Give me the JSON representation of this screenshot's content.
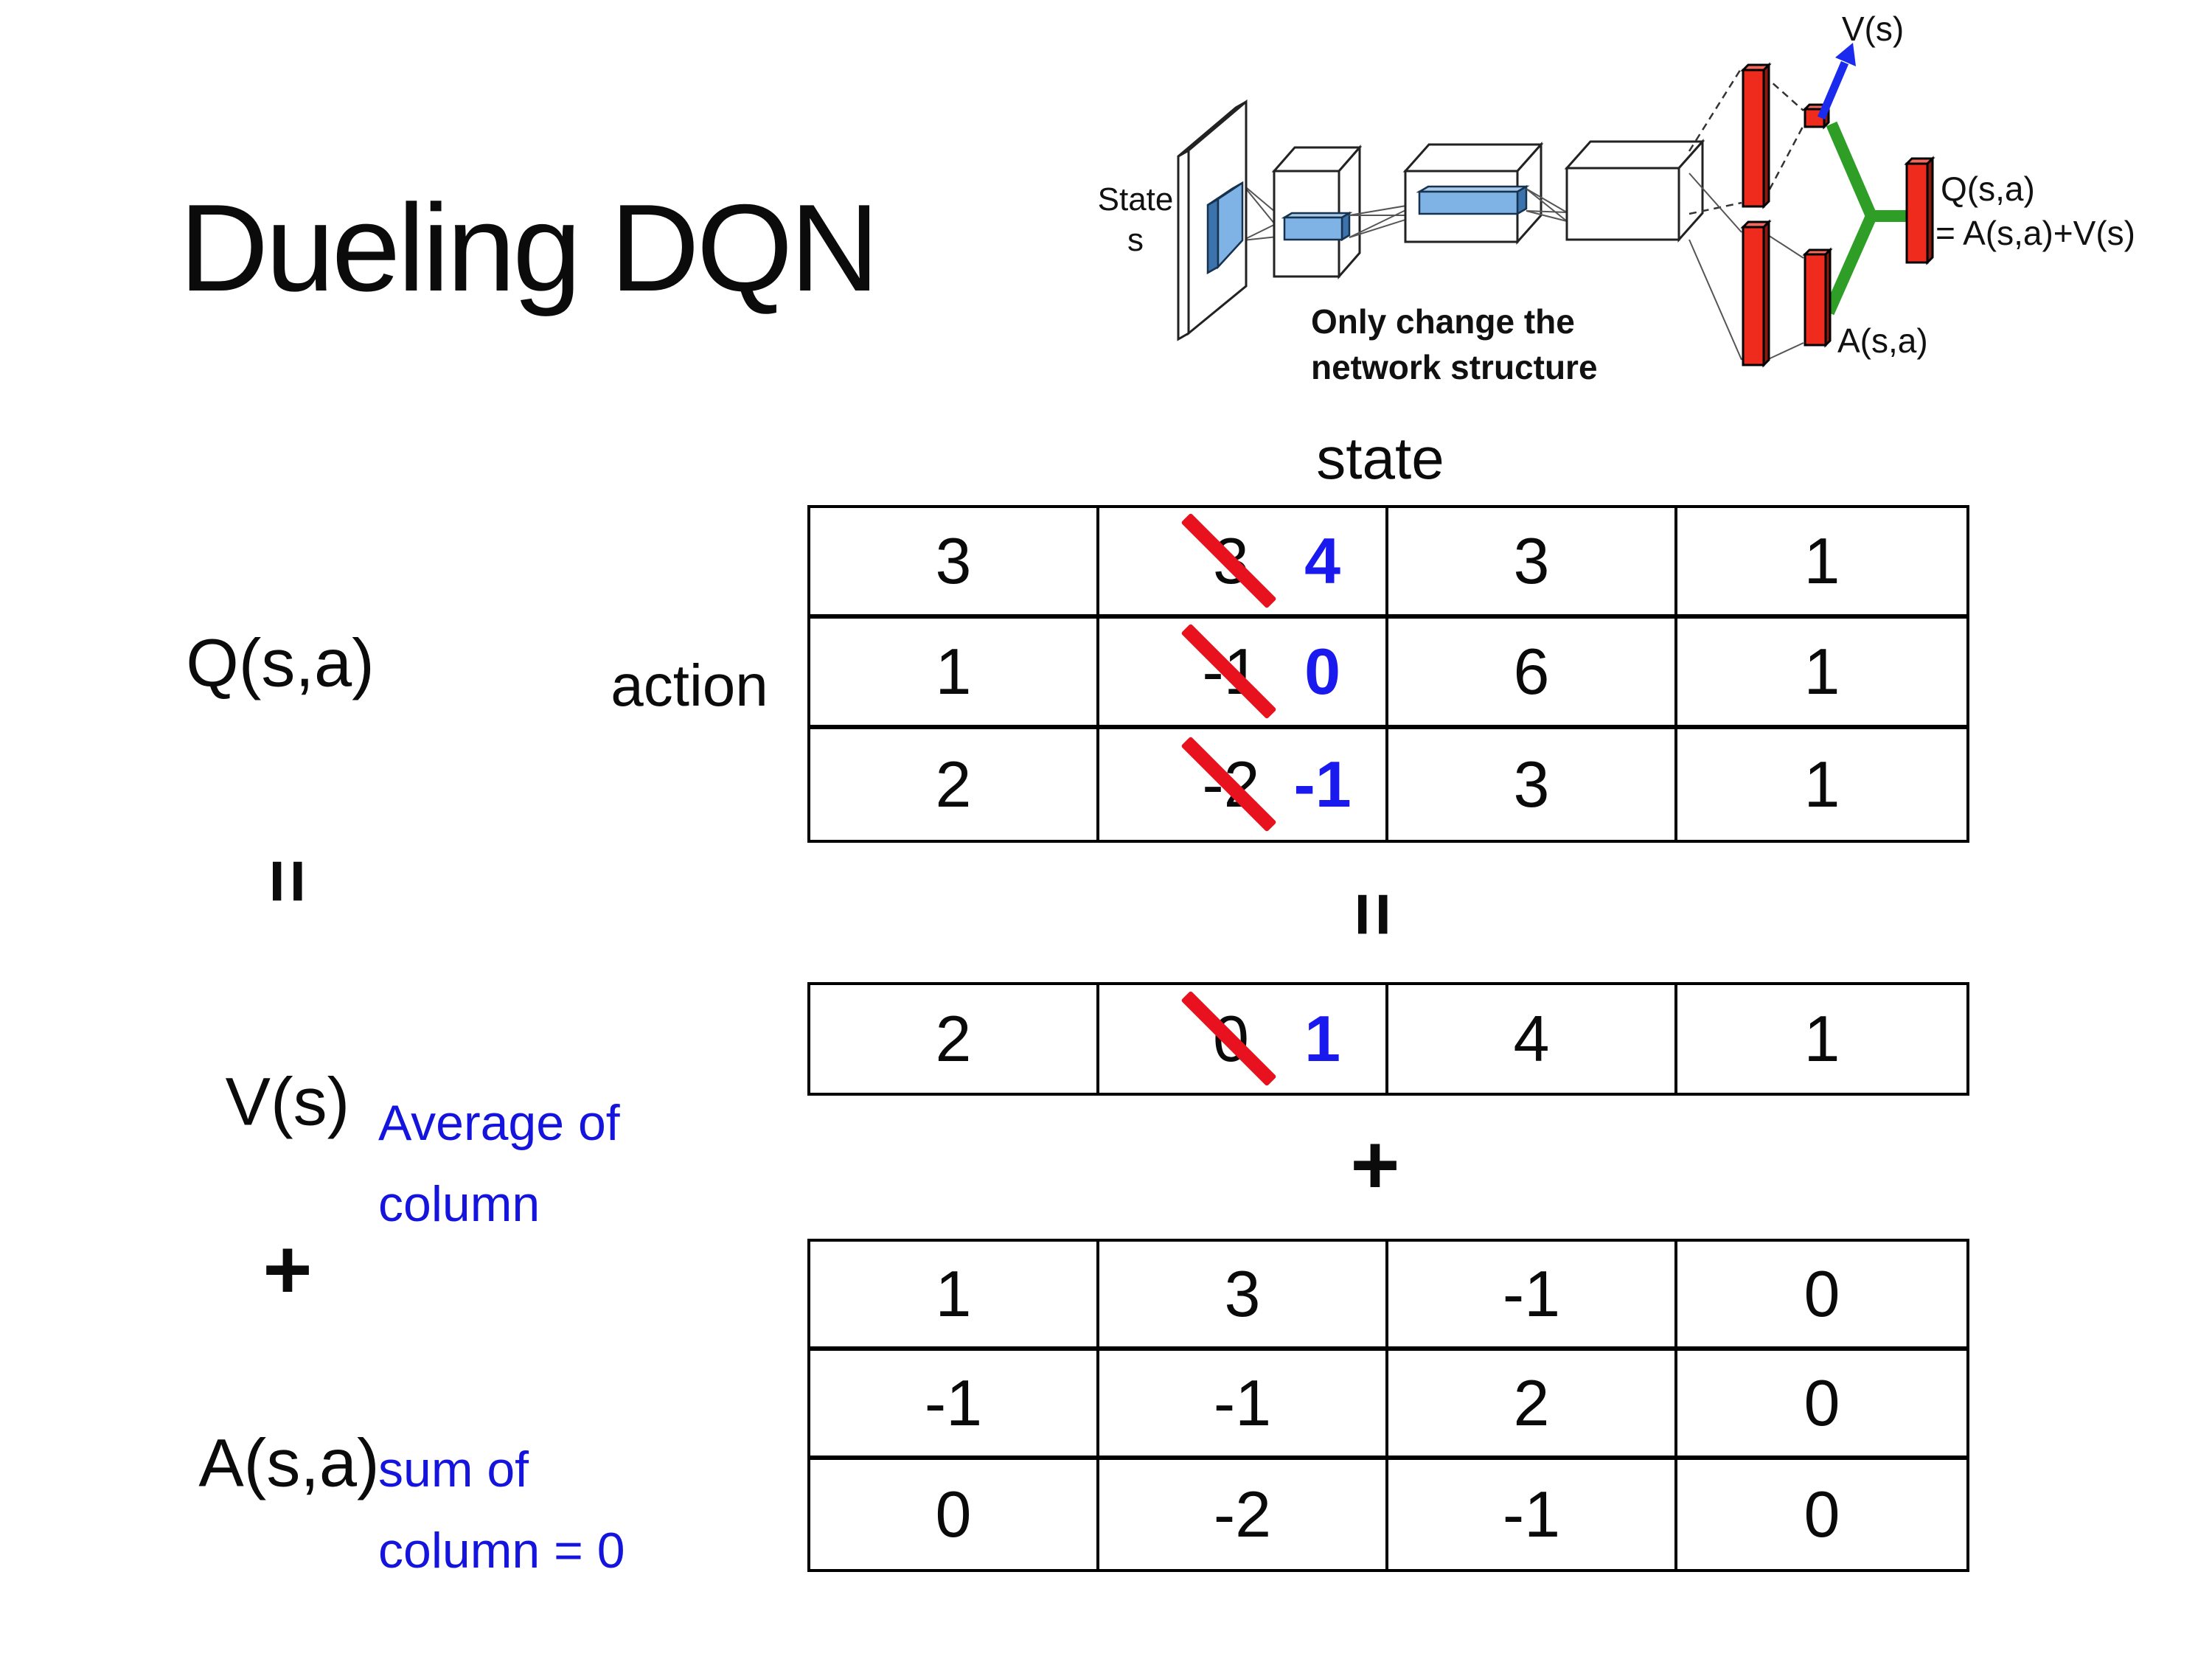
{
  "title": "Dueling DQN",
  "diagram": {
    "state_label_1": "State",
    "state_label_2": "s",
    "v_out_label": "V(s)",
    "q_out_label_1": "Q(s,a)",
    "q_out_label_2": "= A(s,a)+V(s)",
    "a_out_label": "A(s,a)",
    "note_1": "Only change the",
    "note_2": "network structure"
  },
  "equation": {
    "q_label": "Q(s,a)",
    "equals_left": "=",
    "v_label": "V(s)",
    "plus_left": "+",
    "a_label": "A(s,a)",
    "equals_center": "=",
    "plus_center": "+",
    "avg_note_1": "Average of",
    "avg_note_2": "column",
    "sum_note_1": "sum of",
    "sum_note_2": "column = 0"
  },
  "matrix": {
    "state_header": "state",
    "action_label": "action",
    "q": {
      "rows": [
        [
          "3",
          {
            "old": "3",
            "new": "4"
          },
          "3",
          "1"
        ],
        [
          "1",
          {
            "old": "-1",
            "new": "0"
          },
          "6",
          "1"
        ],
        [
          "2",
          {
            "old": "-2",
            "new": "-1"
          },
          "3",
          "1"
        ]
      ]
    },
    "v": {
      "row": [
        "2",
        {
          "old": "0",
          "new": "1"
        },
        "4",
        "1"
      ]
    },
    "a": {
      "rows": [
        [
          "1",
          "3",
          "-1",
          "0"
        ],
        [
          "-1",
          "-1",
          "2",
          "0"
        ],
        [
          "0",
          "-2",
          "-1",
          "0"
        ]
      ]
    }
  },
  "colors": {
    "strike_red": "#e8121f",
    "replacement_blue": "#1a1aee",
    "note_blue": "#1414dd",
    "diagram_red": "#ee2b1c",
    "diagram_red_dark": "#8b1a10",
    "diagram_green": "#2e9e27",
    "filter_blue": "#7fb2e5",
    "arrow_blue": "#1b2bee"
  }
}
